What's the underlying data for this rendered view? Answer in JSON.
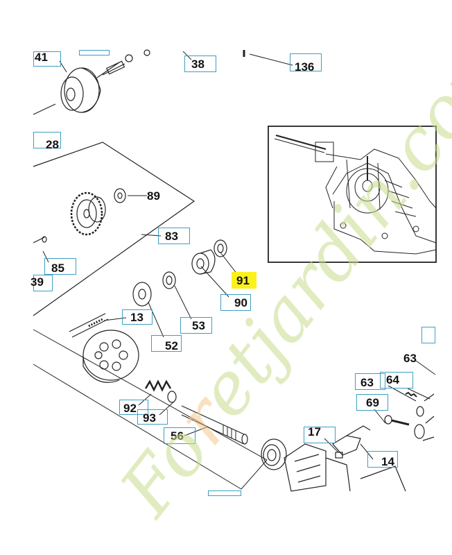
{
  "callouts": {
    "c41": "41",
    "c38": "38",
    "c136": "136",
    "c28": "28",
    "c89": "89",
    "c83": "83",
    "c85": "85",
    "c39": "39",
    "c91": "91",
    "c90": "90",
    "c13": "13",
    "c53": "53",
    "c52": "52",
    "c92": "92",
    "c93": "93",
    "c56": "56",
    "c17": "17",
    "c14": "14",
    "c63a": "63",
    "c63b": "63",
    "c64": "64",
    "c69": "69"
  },
  "highlight_callout": "91",
  "watermark": {
    "prefix": "Fo",
    "accent": "r",
    "suffix": "etjardin.com"
  },
  "colors": {
    "box_border": "#3d9ec4",
    "highlight": "#fbf21c",
    "watermark": "#c7dd8e",
    "watermark_accent": "#f4c98e",
    "line": "#222222"
  }
}
